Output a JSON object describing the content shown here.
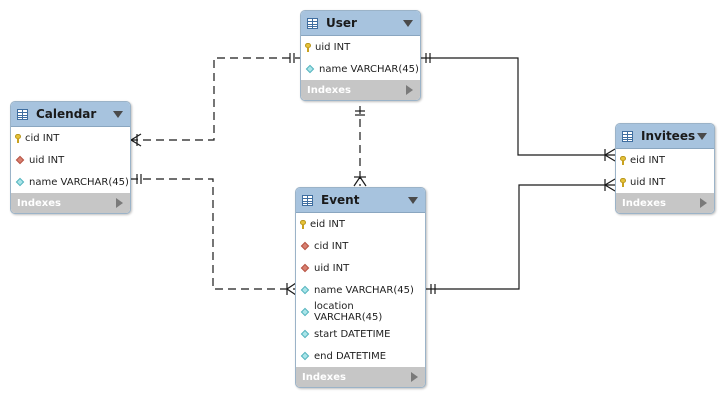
{
  "tables": {
    "user": {
      "title": "User",
      "columns": [
        {
          "text": "uid INT",
          "icon": "key"
        },
        {
          "text": "name VARCHAR(45)",
          "icon": "attr"
        }
      ],
      "indexes_label": "Indexes"
    },
    "calendar": {
      "title": "Calendar",
      "columns": [
        {
          "text": "cid INT",
          "icon": "key"
        },
        {
          "text": "uid INT",
          "icon": "fk"
        },
        {
          "text": "name VARCHAR(45)",
          "icon": "attr"
        }
      ],
      "indexes_label": "Indexes"
    },
    "invitees": {
      "title": "Invitees",
      "columns": [
        {
          "text": "eid INT",
          "icon": "key"
        },
        {
          "text": "uid INT",
          "icon": "key"
        }
      ],
      "indexes_label": "Indexes"
    },
    "event": {
      "title": "Event",
      "columns": [
        {
          "text": "eid INT",
          "icon": "key"
        },
        {
          "text": "cid INT",
          "icon": "fk"
        },
        {
          "text": "uid INT",
          "icon": "fk"
        },
        {
          "text": "name VARCHAR(45)",
          "icon": "attr"
        },
        {
          "text": "location VARCHAR(45)",
          "icon": "attr"
        },
        {
          "text": "start DATETIME",
          "icon": "attr"
        },
        {
          "text": "end DATETIME",
          "icon": "attr"
        }
      ],
      "indexes_label": "Indexes"
    }
  },
  "colors": {
    "header": "#a7c3de",
    "indexes_bar": "#c6c6c6",
    "primary_key": "#e6c23a",
    "foreign_key": "#d77f70",
    "attribute": "#a9e4e9"
  },
  "relationships": [
    {
      "from": "calendar",
      "to": "user",
      "style": "dashed"
    },
    {
      "from": "event",
      "to": "user",
      "style": "dashed"
    },
    {
      "from": "event",
      "to": "calendar",
      "style": "dashed"
    },
    {
      "from": "invitees",
      "to": "user",
      "style": "solid"
    },
    {
      "from": "invitees",
      "to": "event",
      "style": "solid"
    }
  ]
}
